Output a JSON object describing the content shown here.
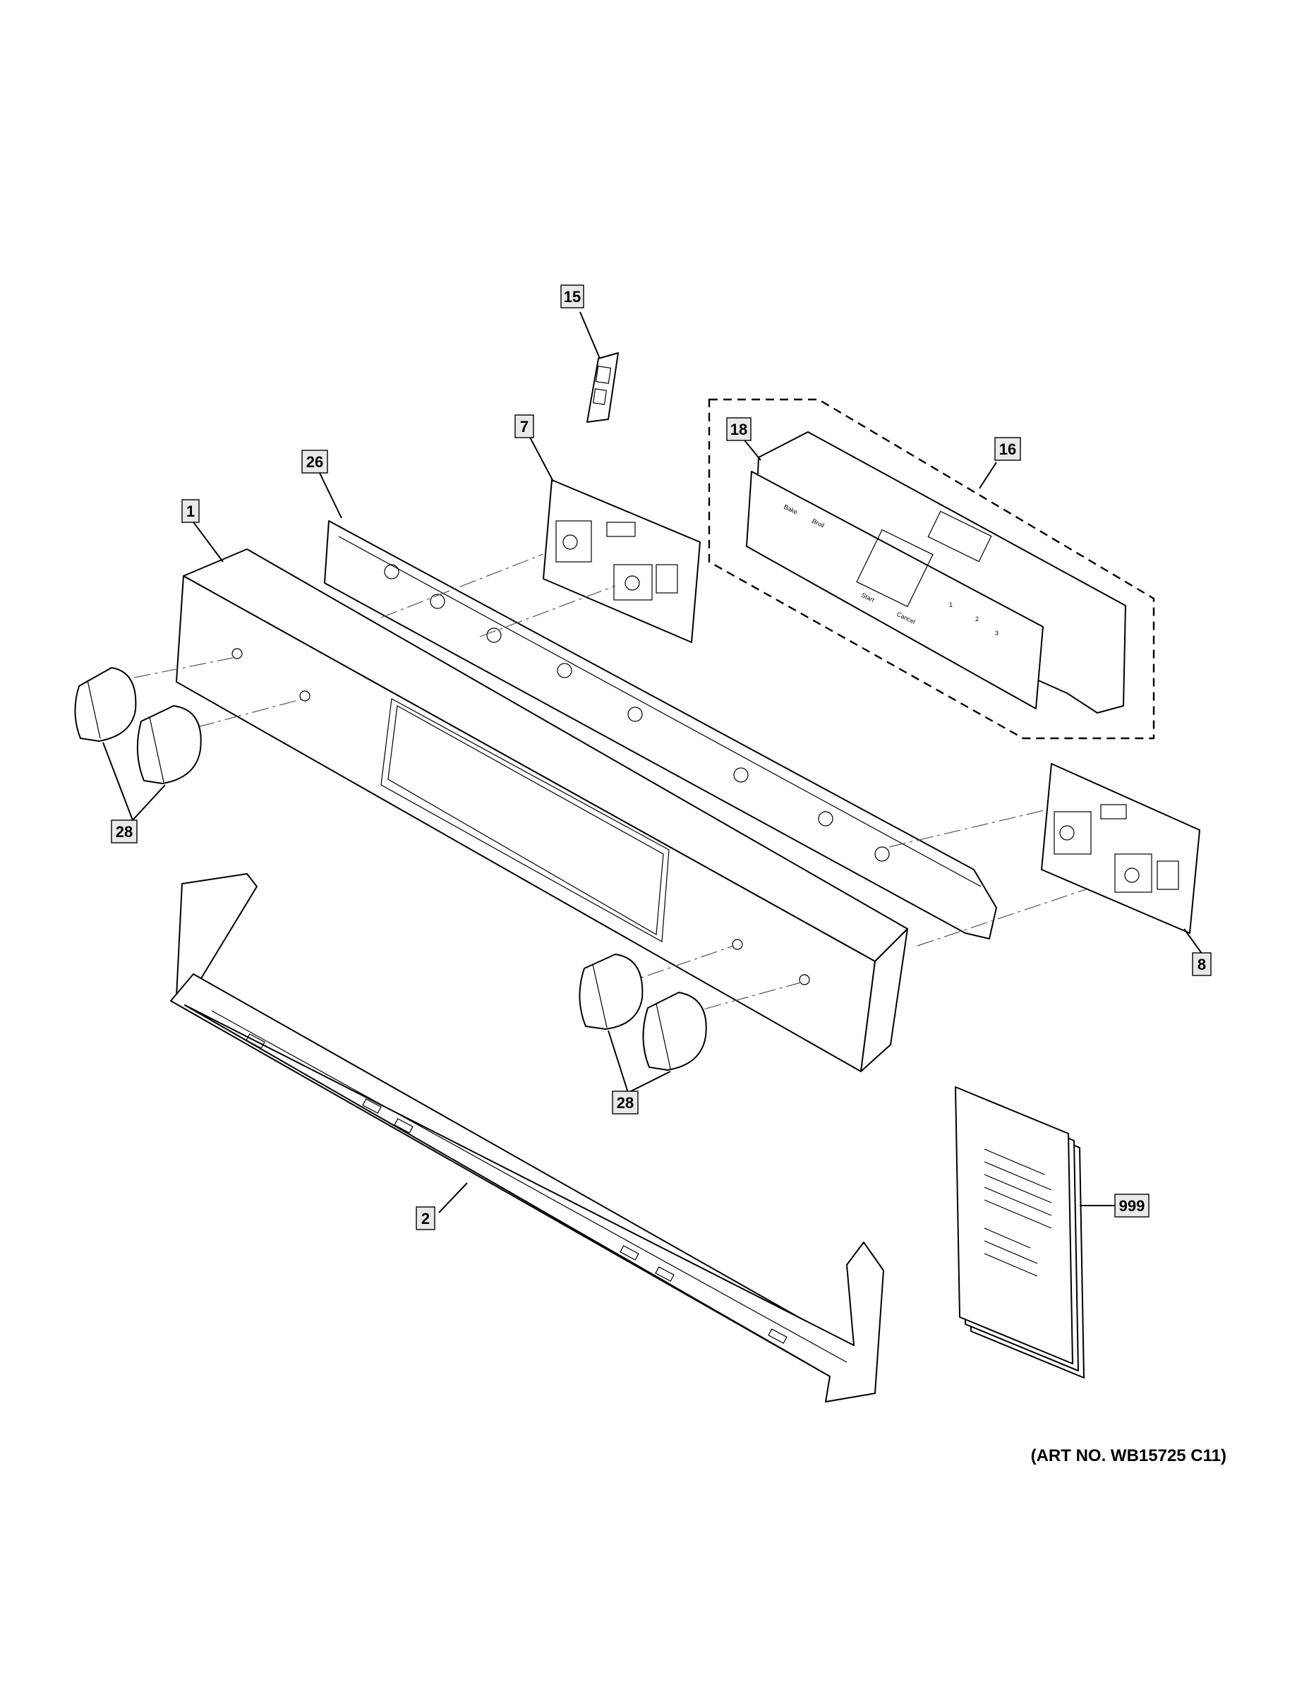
{
  "diagram": {
    "callouts": [
      {
        "id": "15",
        "label": "15"
      },
      {
        "id": "7",
        "label": "7"
      },
      {
        "id": "18",
        "label": "18"
      },
      {
        "id": "16",
        "label": "16"
      },
      {
        "id": "26",
        "label": "26"
      },
      {
        "id": "1",
        "label": "1"
      },
      {
        "id": "28a",
        "label": "28"
      },
      {
        "id": "8",
        "label": "8"
      },
      {
        "id": "28b",
        "label": "28"
      },
      {
        "id": "2",
        "label": "2"
      },
      {
        "id": "999",
        "label": "999"
      }
    ],
    "art_number": "(ART NO. WB15725 C11)"
  }
}
